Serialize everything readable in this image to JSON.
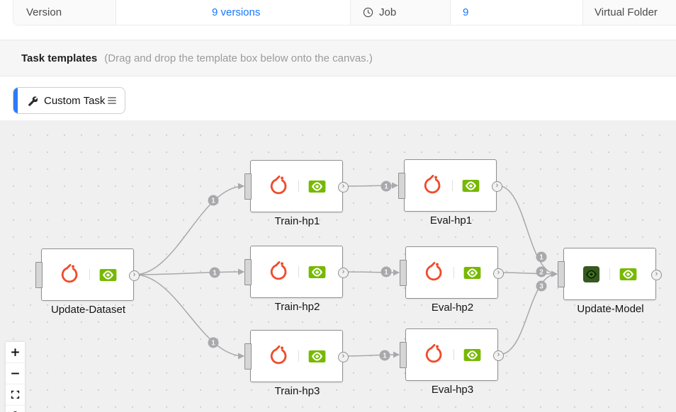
{
  "header": {
    "cells": [
      {
        "text": "Version"
      },
      {
        "text": "9 versions"
      },
      {
        "text": "Job"
      },
      {
        "text": "9"
      },
      {
        "text": "Virtual Folder"
      }
    ]
  },
  "task_templates": {
    "title": "Task templates",
    "hint": "(Drag and drop the template box below onto the canvas.)",
    "template": {
      "label": "Custom Task",
      "icon": "wrench-icon",
      "handle_icon": "drag-handle-icon"
    }
  },
  "canvas": {
    "nodes": [
      {
        "id": "update-dataset",
        "label": "Update-Dataset",
        "icons": [
          "pytorch",
          "nvidia"
        ]
      },
      {
        "id": "train-hp1",
        "label": "Train-hp1",
        "icons": [
          "pytorch",
          "nvidia"
        ]
      },
      {
        "id": "train-hp2",
        "label": "Train-hp2",
        "icons": [
          "pytorch",
          "nvidia"
        ]
      },
      {
        "id": "train-hp3",
        "label": "Train-hp3",
        "icons": [
          "pytorch",
          "nvidia"
        ]
      },
      {
        "id": "eval-hp1",
        "label": "Eval-hp1",
        "icons": [
          "pytorch",
          "nvidia"
        ]
      },
      {
        "id": "eval-hp2",
        "label": "Eval-hp2",
        "icons": [
          "pytorch",
          "nvidia"
        ]
      },
      {
        "id": "eval-hp3",
        "label": "Eval-hp3",
        "icons": [
          "pytorch",
          "nvidia"
        ]
      },
      {
        "id": "update-model",
        "label": "Update-Model",
        "icons": [
          "nvidia-dark",
          "nvidia"
        ]
      }
    ],
    "edges": [
      {
        "source": "update-dataset",
        "target": "train-hp1",
        "label": "1"
      },
      {
        "source": "update-dataset",
        "target": "train-hp2",
        "label": "1"
      },
      {
        "source": "update-dataset",
        "target": "train-hp3",
        "label": "1"
      },
      {
        "source": "train-hp1",
        "target": "eval-hp1",
        "label": "1"
      },
      {
        "source": "train-hp2",
        "target": "eval-hp2",
        "label": "1"
      },
      {
        "source": "train-hp3",
        "target": "eval-hp3",
        "label": "1"
      },
      {
        "source": "eval-hp1",
        "target": "update-model",
        "label": "1"
      },
      {
        "source": "eval-hp2",
        "target": "update-model",
        "label": "2"
      },
      {
        "source": "eval-hp3",
        "target": "update-model",
        "label": "3"
      }
    ],
    "controls": [
      {
        "id": "zoom-in",
        "glyph": "+"
      },
      {
        "id": "zoom-out",
        "glyph": "−"
      },
      {
        "id": "fit-view",
        "glyph": ""
      },
      {
        "id": "lock",
        "glyph": ""
      }
    ]
  },
  "colors": {
    "accent": "#1677ff",
    "pytorch": "#ee4c2c",
    "nvidia": "#76b900",
    "edge": "#a9a9ad"
  }
}
